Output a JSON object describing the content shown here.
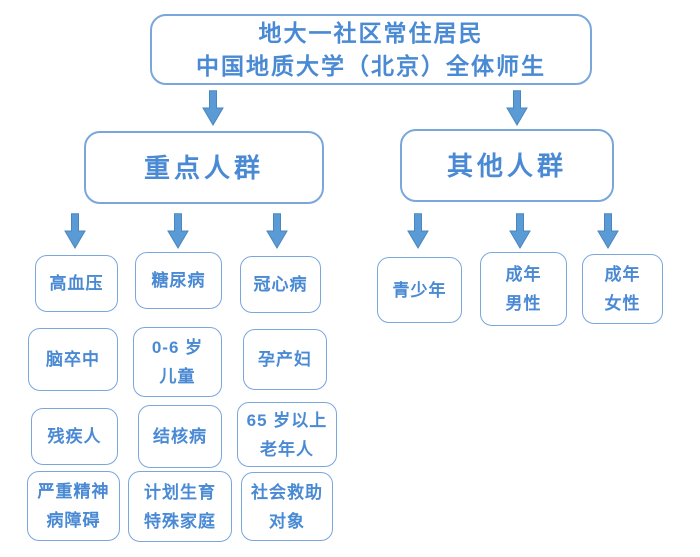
{
  "colors": {
    "accent_text": "#4a8ad4",
    "box_border": "#7aa7db",
    "arrow_fill": "#5b9bd5",
    "arrow_stroke": "#4a86c0",
    "background": "#ffffff"
  },
  "root_box": {
    "text": "地大一社区常住居民\n中国地质大学（北京）全体师生"
  },
  "groups": {
    "key": {
      "label": "重点人群"
    },
    "other": {
      "label": "其他人群"
    }
  },
  "key_items": {
    "hypertension": "高血压",
    "diabetes": "糖尿病",
    "coronary_heart_disease": "冠心病",
    "stroke": "脑卒中",
    "children_0_6": "0-6 岁\n儿童",
    "pregnant_women": "孕产妇",
    "disabled": "残疾人",
    "tuberculosis": "结核病",
    "elderly_65_plus": "65 岁以上\n老年人",
    "severe_mental_disorder": "严重精神\n病障碍",
    "special_family_planning": "计划生育\n特殊家庭",
    "social_assistance": "社会救助\n对象"
  },
  "other_items": {
    "adolescents": "青少年",
    "adult_men": "成年\n男性",
    "adult_women": "成年\n女性"
  }
}
